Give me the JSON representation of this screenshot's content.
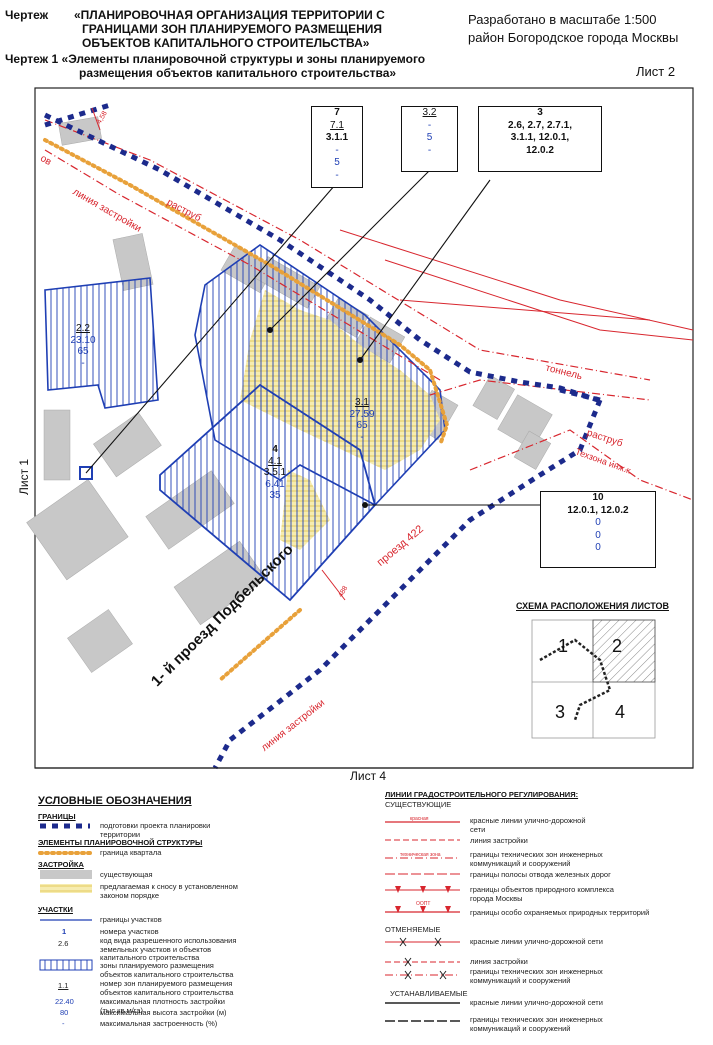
{
  "header": {
    "drawing_word": "Чертеж",
    "title_line1": "«ПЛАНИРОВОЧНАЯ ОРГАНИЗАЦИЯ ТЕРРИТОРИИ С",
    "title_line2": "ГРАНИЦАМИ ЗОН ПЛАНИРУЕМОГО РАЗМЕЩЕНИЯ",
    "title_line3": "ОБЪЕКТОВ КАПИТАЛЬНОГО СТРОИТЕЛЬСТВА»",
    "sub_line1": "Чертеж 1 «Элементы планировочной структуры и зоны планируемого",
    "sub_line2": "размещения объектов капитального строительства»",
    "scale": "Разработано в масштабе 1:500",
    "district": "район Богородское города Москвы",
    "sheet": "Лист 2"
  },
  "map": {
    "sheet_left": "Лист 1",
    "sheet_bottom": "Лист 4",
    "street_main": "1- й проезд Подбельского",
    "street_proezd": "проезд 422",
    "tonnel": "тоннель",
    "rastrub_1": "раструб",
    "rastrub_2": "раструб",
    "tech_zona": "Техзона инж.к",
    "liniya_1": "линия застройки",
    "liniya_2": "линия застройки",
    "ov": "ов",
    "dim_1": "4,58",
    "dim_2": "488",
    "zone_2_2": {
      "num": "2.2",
      "density": "23.10",
      "height": "65",
      "pct": "-"
    },
    "zone_3_1": {
      "num": "3.1",
      "density": "27.59",
      "height": "65",
      "pct": "-"
    },
    "zone_4": {
      "num": "4",
      "sub": "4.1",
      "code": "3.5.1",
      "density": "6.41",
      "height": "35"
    },
    "box_7": {
      "num": "7",
      "sub": "7.1",
      "code": "3.1.1",
      "density": "-",
      "height": "5",
      "pct": "-"
    },
    "box_32": {
      "sub": "3.2",
      "density": "-",
      "height": "5",
      "pct": "-"
    },
    "box_3": {
      "num": "3",
      "codes1": "2.6, 2.7, 2.7.1,",
      "codes2": "3.1.1, 12.0.1,",
      "codes3": "12.0.2"
    },
    "box_10": {
      "num": "10",
      "codes": "12.0.1, 12.0.2",
      "density": "0",
      "height": "0",
      "pct": "0"
    }
  },
  "sheet_scheme": {
    "title": "СХЕМА РАСПОЛОЖЕНИЯ ЛИСТОВ",
    "cells": [
      "1",
      "2",
      "3",
      "4"
    ]
  },
  "legend": {
    "title": "УСЛОВНЫЕ ОБОЗНАЧЕНИЯ",
    "boundaries": "ГРАНИЦЫ",
    "boundary_project": "подготовки проекта планировки территории",
    "elements": "ЭЛЕМЕНТЫ ПЛАНИРОВОЧНОЙ СТРУКТУРЫ",
    "block_boundary": "граница квартала",
    "building": "ЗАСТРОЙКА",
    "existing": "существующая",
    "demolition": "предлагаемая к сносу в установленном законом порядке",
    "plots": "УЧАСТКИ",
    "plot_boundary": "границы участков",
    "plot_number_sample": "1",
    "plot_number": "номера участков",
    "use_code_sample": "2.6",
    "use_code": "код вида разрешенного использования земельных участков и объектов капитального строительства",
    "zones": "зоны планируемого размещения объектов капитального строительства",
    "zone_number_sample": "1.1",
    "zone_number": "номер зон планируемого размещения объектов капитального строительства",
    "density_sample": "22.40",
    "density": "максимальная плотность застройки (тыс.кв.м/га)",
    "height_sample": "80",
    "height": "максимальная высота застройки (м)",
    "pct_sample": "-",
    "pct": "максимальная застроенность (%)",
    "reg_title": "ЛИНИИ ГРАДОСТРОИТЕЛЬНОГО РЕГУЛИРОВАНИЯ:",
    "existing_h": "СУЩЕСТВУЮЩИЕ",
    "red_lines": "красные линии улично-дорожной сети",
    "build_line": "линия застройки",
    "tech_zones": "границы технических зон инженерных коммуникаций и сооружений",
    "rail": "границы полосы отвода железных дорог",
    "nature": "границы объектов природного комплекса города Москвы",
    "protected": "границы особо охраняемых природных территорий",
    "cancelled_h": "ОТМЕНЯЕМЫЕ",
    "red_lines_c": "красные линии улично-дорожной сети",
    "build_line_c": "линия застройки",
    "tech_zones_c": "границы технических зон инженерных коммуникаций и сооружений",
    "established_h": "УСТАНАВЛИВАЕМЫЕ",
    "red_lines_e": "красные линии улично-дорожной сети",
    "tech_zones_e": "границы технических зон инженерных коммуникаций и сооружений",
    "swatch_red": "красная",
    "swatch_tech": "техническая зона",
    "swatch_ooa": "ООПТ"
  },
  "colors": {
    "blue": "#1f3fb4",
    "navy": "#1c2a8c",
    "red": "#d8262e",
    "orange": "#e8a13a",
    "gray": "#bdbdbd",
    "yellow": "#f3e27a"
  }
}
